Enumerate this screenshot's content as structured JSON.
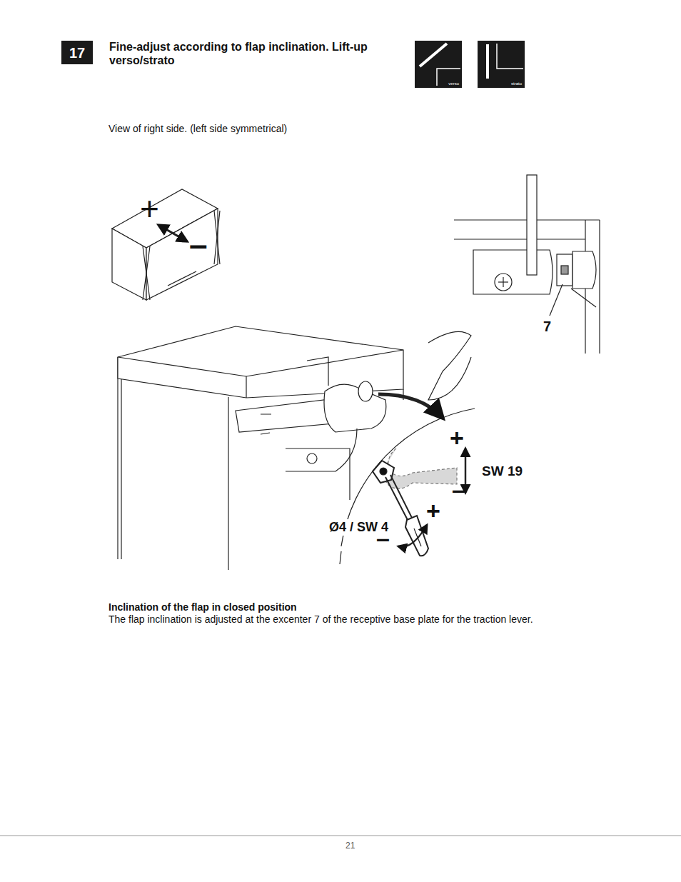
{
  "diagram": {
    "title": "Fine-adjust according to flap inclination. Lift-up verso/strato",
    "nodes": [
      {
        "text": [
          "17"
        ]
      },
      {
        "text": [
          "verso"
        ]
      },
      {
        "text": [
          "strato"
        ]
      }
    ],
    "labels": [
      "View of right side. (left side symmetrical)",
      "+",
      "–",
      "7",
      "+",
      "SW 19",
      "–",
      "Ø4 / SW 4",
      "+",
      "–",
      "Inclination of the flap in closed position",
      "The flap inclination is adjusted at the excenter 7 of the receptive base plate for the traction lever.",
      "21"
    ]
  }
}
